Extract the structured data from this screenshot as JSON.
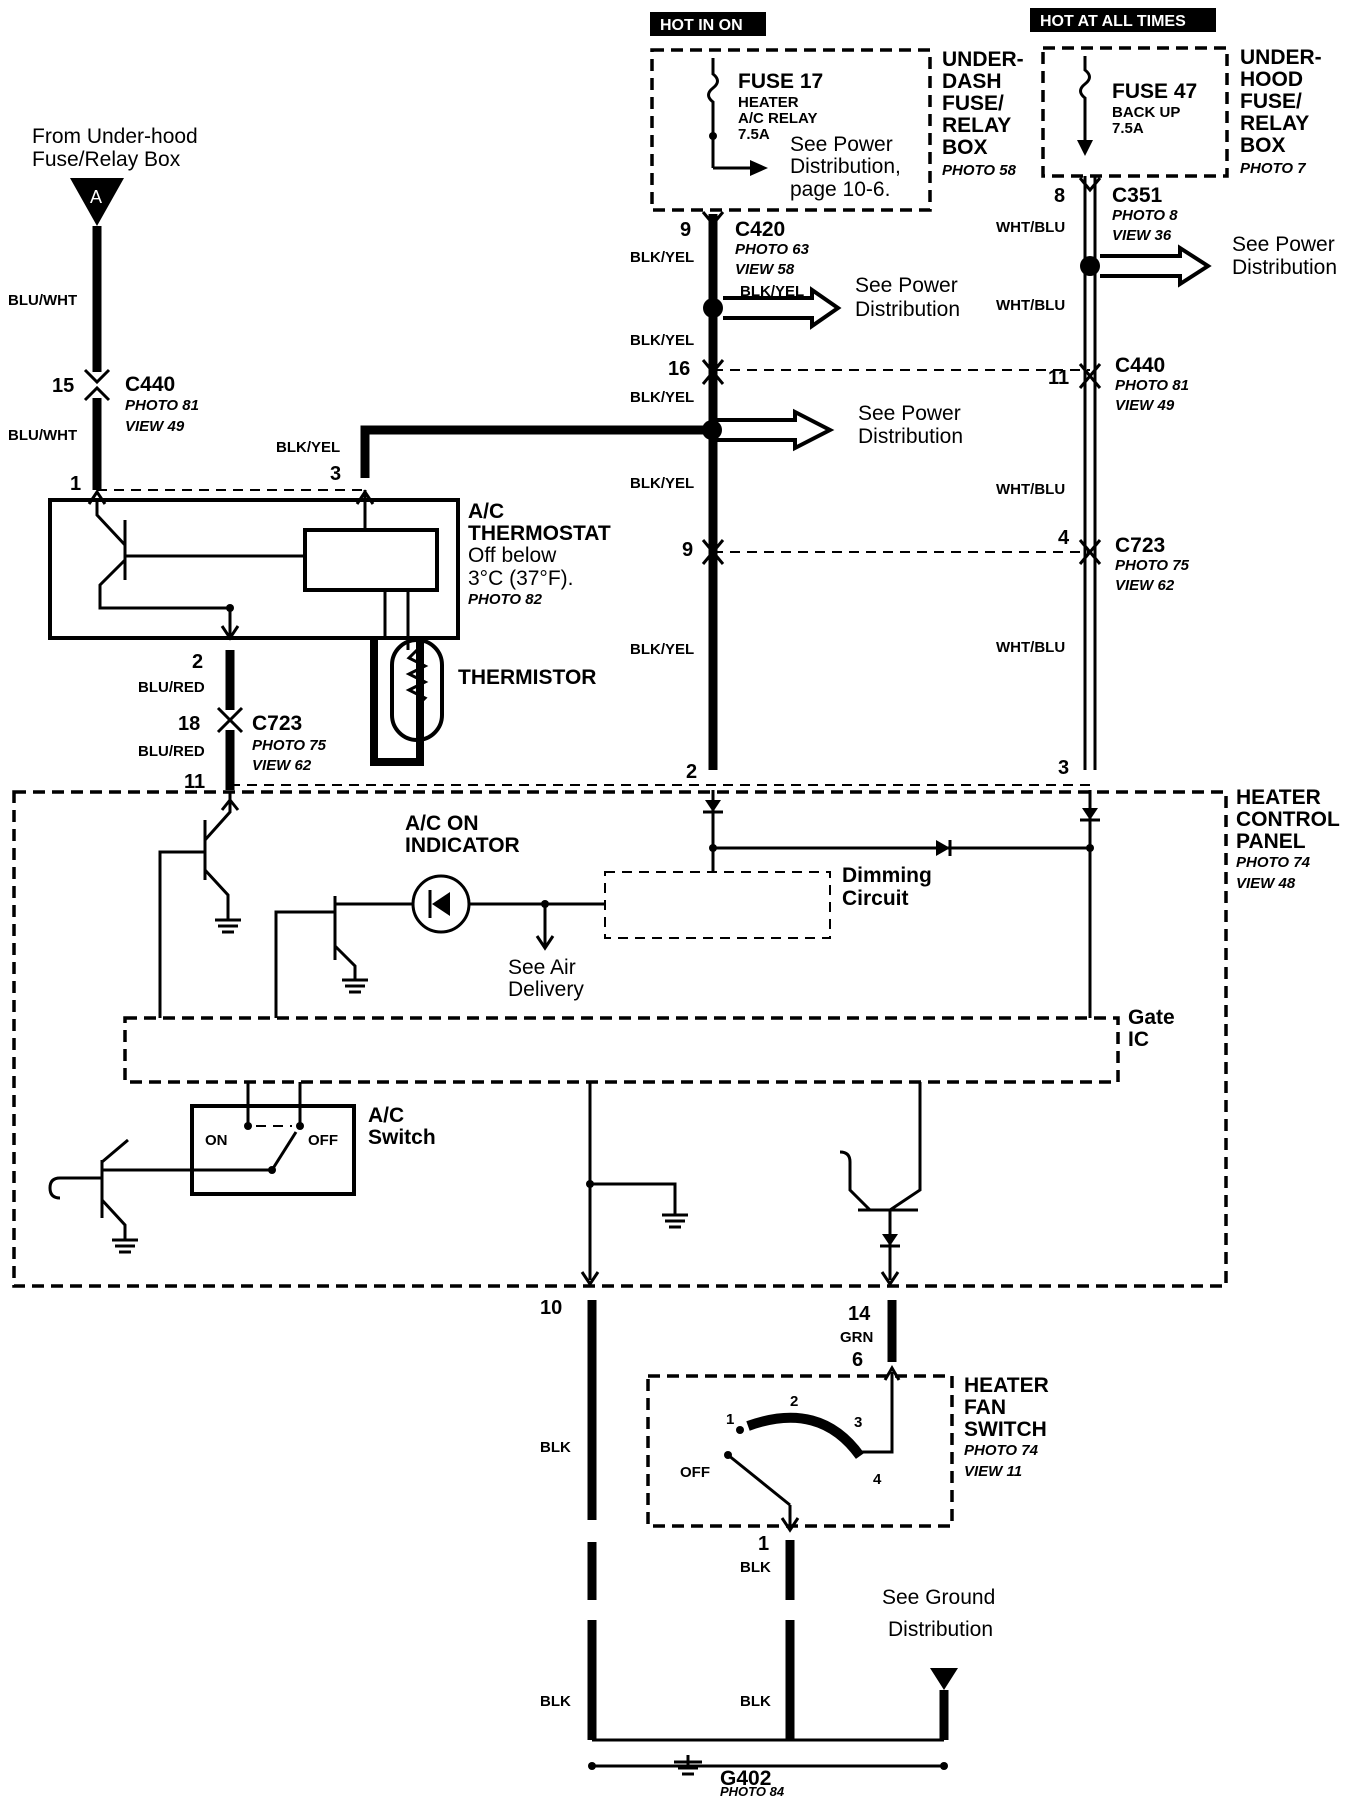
{
  "headers": {
    "hot_in_on": "HOT IN ON",
    "hot_at_all_times": "HOT AT ALL TIMES"
  },
  "source": {
    "line1": "From Under-hood",
    "line2": "Fuse/Relay Box",
    "connector": "A"
  },
  "underdash_box": {
    "fuse_name": "FUSE 17",
    "fuse_desc1": "HEATER",
    "fuse_desc2": "A/C RELAY",
    "fuse_amp": "7.5A",
    "note1": "See Power",
    "note2": "Distribution,",
    "note3": "page 10-6.",
    "label1": "UNDER-",
    "label2": "DASH",
    "label3": "FUSE/",
    "label4": "RELAY",
    "label5": "BOX",
    "photo": "PHOTO 58"
  },
  "underhood_box": {
    "fuse_name": "FUSE 47",
    "fuse_desc": "BACK UP",
    "fuse_amp": "7.5A",
    "label1": "UNDER-",
    "label2": "HOOD",
    "label3": "FUSE/",
    "label4": "RELAY",
    "label5": "BOX",
    "photo": "PHOTO 7"
  },
  "wires": {
    "blu_wht": "BLU/WHT",
    "blk_yel": "BLK/YEL",
    "blk_yel_mixed": "BLK/YEL",
    "wht_blu": "WHT/BLU",
    "blu_red": "BLU/RED",
    "grn": "GRN",
    "blk": "BLK"
  },
  "connectors": {
    "c440": "C440",
    "c420": "C420",
    "c351": "C351",
    "c723": "C723",
    "photo_81": "PHOTO 81",
    "view_49": "VIEW 49",
    "photo_63": "PHOTO 63",
    "view_58": "VIEW 58",
    "photo_8": "PHOTO 8",
    "view_36": "VIEW 36",
    "photo_75": "PHOTO 75",
    "view_62": "VIEW 62"
  },
  "pins": {
    "p15": "15",
    "p1": "1",
    "p3": "3",
    "p2": "2",
    "p18": "18",
    "p11": "11",
    "p9": "9",
    "p16": "16",
    "p8": "8",
    "p4": "4",
    "p10": "10",
    "p14": "14",
    "p6": "6"
  },
  "power_distribution": {
    "see_power": "See Power",
    "distribution": "Distribution"
  },
  "thermostat": {
    "title1": "A/C",
    "title2": "THERMOSTAT",
    "note1": "Off below",
    "note2": "3°C (37°F).",
    "photo": "PHOTO 82"
  },
  "thermistor": "THERMISTOR",
  "control_panel": {
    "title1": "HEATER",
    "title2": "CONTROL",
    "title3": "PANEL",
    "photo": "PHOTO 74",
    "view": "VIEW 48",
    "indicator1": "A/C ON",
    "indicator2": "INDICATOR",
    "dimming1": "Dimming",
    "dimming2": "Circuit",
    "air1": "See Air",
    "air2": "Delivery",
    "gate1": "Gate",
    "gate2": "IC",
    "ac_switch1": "A/C",
    "ac_switch2": "Switch",
    "on": "ON",
    "off": "OFF"
  },
  "fan_switch": {
    "title1": "HEATER",
    "title2": "FAN",
    "title3": "SWITCH",
    "photo": "PHOTO 74",
    "view": "VIEW 11",
    "pos1": "1",
    "pos2": "2",
    "pos3": "3",
    "pos4": "4",
    "off": "OFF",
    "pin1": "1"
  },
  "ground": {
    "see1": "See Ground",
    "see2": "Distribution",
    "name": "G402",
    "photo": "PHOTO 84"
  }
}
